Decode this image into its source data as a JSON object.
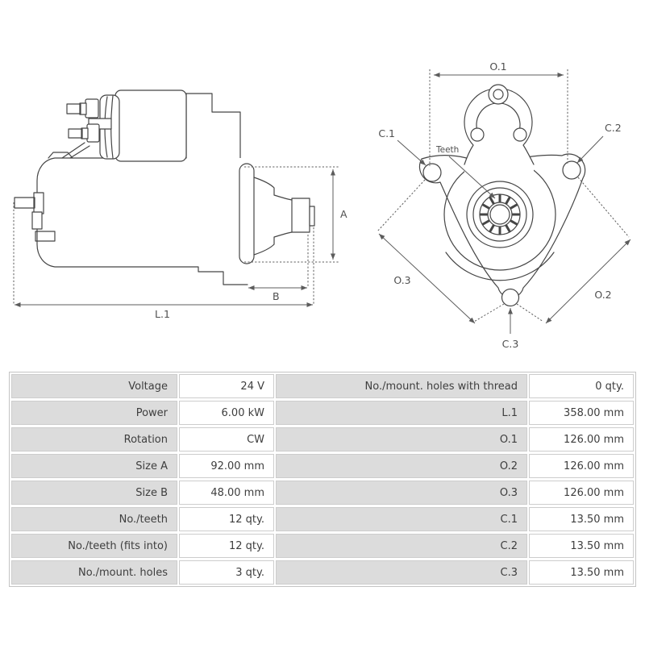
{
  "side_view": {
    "dim_a": "A",
    "dim_b": "B",
    "dim_l1": "L.1"
  },
  "front_view": {
    "dim_o1": "O.1",
    "dim_o2": "O.2",
    "dim_o3": "O.3",
    "dim_c1": "C.1",
    "dim_c2": "C.2",
    "dim_c3": "C.3",
    "teeth_label": "Teeth"
  },
  "spec_table": {
    "rows": [
      {
        "left_label": "Voltage",
        "left_value": "24 V",
        "right_label": "No./mount. holes with thread",
        "right_value": "0 qty."
      },
      {
        "left_label": "Power",
        "left_value": "6.00 kW",
        "right_label": "L.1",
        "right_value": "358.00 mm"
      },
      {
        "left_label": "Rotation",
        "left_value": "CW",
        "right_label": "O.1",
        "right_value": "126.00 mm"
      },
      {
        "left_label": "Size A",
        "left_value": "92.00 mm",
        "right_label": "O.2",
        "right_value": "126.00 mm"
      },
      {
        "left_label": "Size B",
        "left_value": "48.00 mm",
        "right_label": "O.3",
        "right_value": "126.00 mm"
      },
      {
        "left_label": "No./teeth",
        "left_value": "12 qty.",
        "right_label": "C.1",
        "right_value": "13.50 mm"
      },
      {
        "left_label": "No./teeth (fits into)",
        "left_value": "12 qty.",
        "right_label": "C.2",
        "right_value": "13.50 mm"
      },
      {
        "left_label": "No./mount. holes",
        "left_value": "3 qty.",
        "right_label": "C.3",
        "right_value": "13.50 mm"
      }
    ]
  },
  "colors": {
    "label_cell_bg": "#dcdcdc",
    "value_cell_bg": "#ffffff",
    "cell_border": "#cdcdcd",
    "table_border": "#c4c4c4",
    "line_art": "#454545",
    "dimension_line": "#5c5c5c",
    "text": "#3e3e3e"
  }
}
